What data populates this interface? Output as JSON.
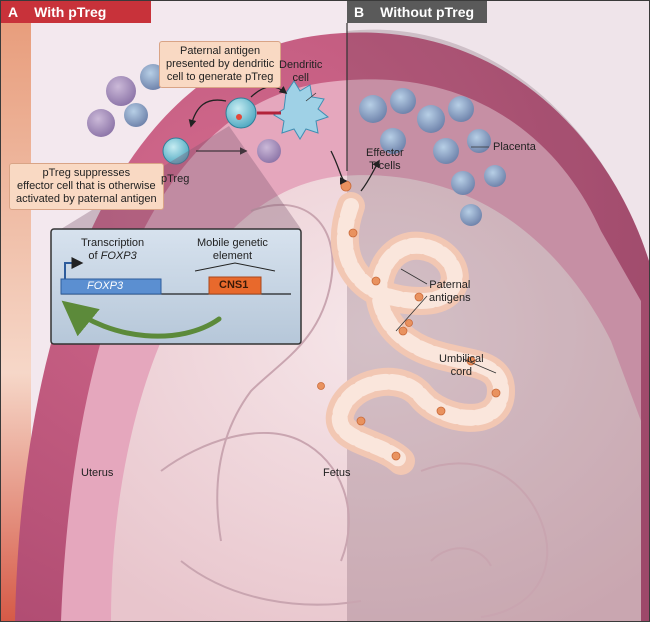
{
  "panels": {
    "a": {
      "letter": "A",
      "title": "With pTreg"
    },
    "b": {
      "letter": "B",
      "title": "Without pTreg"
    }
  },
  "callouts": {
    "paternal_antigen": [
      "Paternal antigen",
      "presented by dendritic",
      "cell to generate pTreg"
    ],
    "ptreg_suppresses": [
      "pTreg suppresses",
      "effector cell that is otherwise",
      "activated by paternal antigen"
    ]
  },
  "labels": {
    "dendritic_cell": [
      "Dendritic",
      "cell"
    ],
    "ptreg": "pTreg",
    "effector_t_cells": [
      "Effector",
      "T cells"
    ],
    "placenta": "Placenta",
    "paternal_antigens": [
      "Paternal",
      "antigens"
    ],
    "umbilical_cord": [
      "Umbilical",
      "cord"
    ],
    "uterus": "Uterus",
    "fetus": "Fetus"
  },
  "inset": {
    "transcription_line1": "Transcription",
    "transcription_of": "of ",
    "transcription_gene": "FOXP3",
    "mobile_element": [
      "Mobile genetic",
      "element"
    ],
    "foxp3_box": "FOXP3",
    "cns1_box": "CNS1"
  },
  "colors": {
    "panel_a_tag": "#c8323a",
    "panel_b_tag": "#5a5a5a",
    "callout_fill": "#f9d9c3",
    "foxp3_gene": "#5b8fd1",
    "cns1_element": "#e8692c",
    "feedback_arrow": "#5c8a3a"
  }
}
